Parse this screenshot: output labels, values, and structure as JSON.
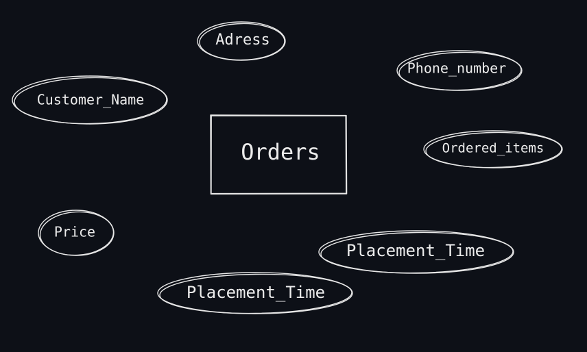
{
  "canvas": {
    "background": "#0d1017",
    "stroke_color": "#e6e6e6"
  },
  "entity": {
    "label": "Orders"
  },
  "attributes": [
    {
      "id": "adress",
      "label": "Adress"
    },
    {
      "id": "phone-number",
      "label": "Phone_number"
    },
    {
      "id": "customer-name",
      "label": "Customer_Name"
    },
    {
      "id": "ordered-items",
      "label": "Ordered_items"
    },
    {
      "id": "price",
      "label": "Price"
    },
    {
      "id": "placement-time-1",
      "label": "Placement_Time"
    },
    {
      "id": "placement-time-2",
      "label": "Placement_Time"
    }
  ]
}
